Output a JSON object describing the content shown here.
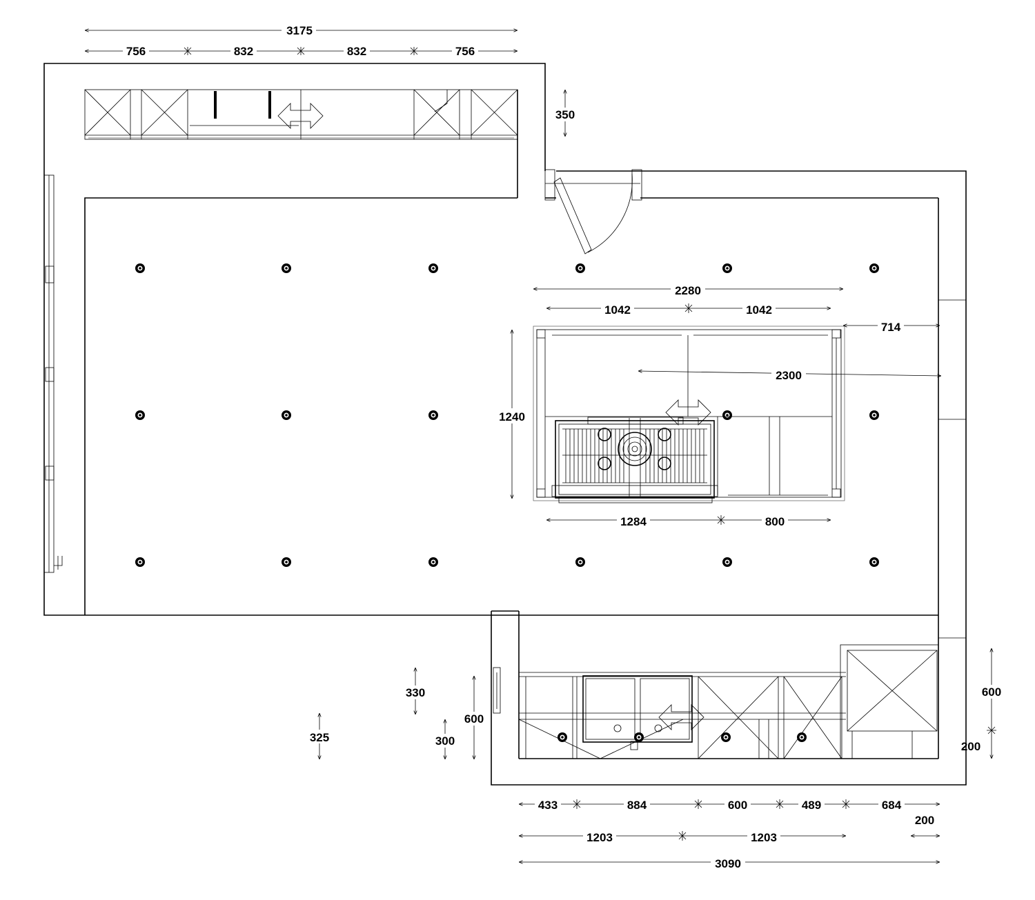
{
  "dimensions": {
    "top_total": "3175",
    "top_segments": [
      "756",
      "832",
      "832",
      "756"
    ],
    "upper_depth": "350",
    "island_total": "2280",
    "island_halves": [
      "1042",
      "1042"
    ],
    "island_to_wall": "714",
    "island_center_to_wall": "2300",
    "island_depth": "1240",
    "island_bottom": [
      "1284",
      "800"
    ],
    "left_small_1": "330",
    "left_small_2": "325",
    "left_small_3": "300",
    "counter_depth_left": "600",
    "counter_depth_right": "600",
    "right_wall": "200",
    "bottom_segments": [
      "433",
      "884",
      "600",
      "489",
      "684"
    ],
    "bottom_right_small": "200",
    "bottom_halves": [
      "1203",
      "1203"
    ],
    "bottom_total": "3090"
  },
  "colors": {
    "line": "#000000",
    "background": "#ffffff"
  }
}
